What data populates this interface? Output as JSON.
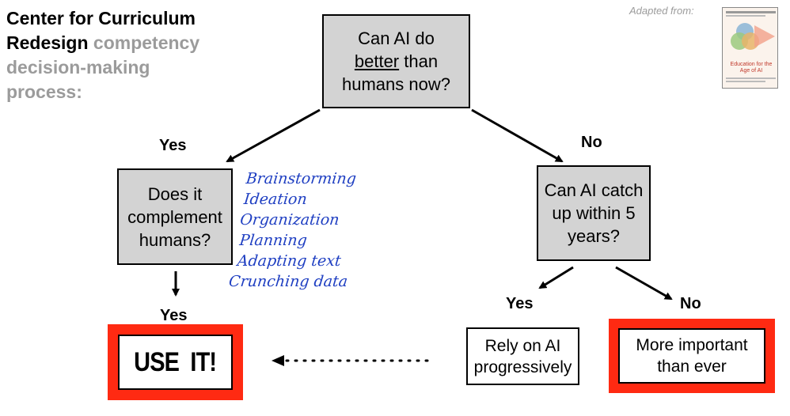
{
  "title": {
    "line1": "Center for Curriculum",
    "line2_bold": "Redesign",
    "line2_muted": "competency",
    "line3": "decision-making",
    "line4": "process:"
  },
  "attribution": {
    "adapted_from": "Adapted from:",
    "book_title": "Education for the Age of AI"
  },
  "nodes": {
    "q1": {
      "pre": "Can AI do",
      "emph": "better",
      "post": "than",
      "line3": "humans now?"
    },
    "q2": {
      "line1": "Does it",
      "line2": "complement",
      "line3": "humans?"
    },
    "q3": {
      "line1": "Can AI catch",
      "line2": "up within 5",
      "line3": "years?"
    },
    "use_it": "USE  IT!",
    "rely": {
      "line1": "Rely on AI",
      "line2": "progressively"
    },
    "more_important": {
      "line1": "More important",
      "line2": "than ever"
    }
  },
  "edge_labels": {
    "q1_yes": "Yes",
    "q1_no": "No",
    "q2_yes": "Yes",
    "q3_yes": "Yes",
    "q3_no": "No"
  },
  "handwritten_notes": [
    "Brainstorming",
    "Ideation",
    "Organization",
    "Planning",
    "Adapting text",
    "Crunching data"
  ],
  "colors": {
    "box_fill": "#d3d3d3",
    "highlight_frame": "#ff2a12",
    "handwriting": "#1f3fc2",
    "muted_text": "#9b9b9b"
  }
}
